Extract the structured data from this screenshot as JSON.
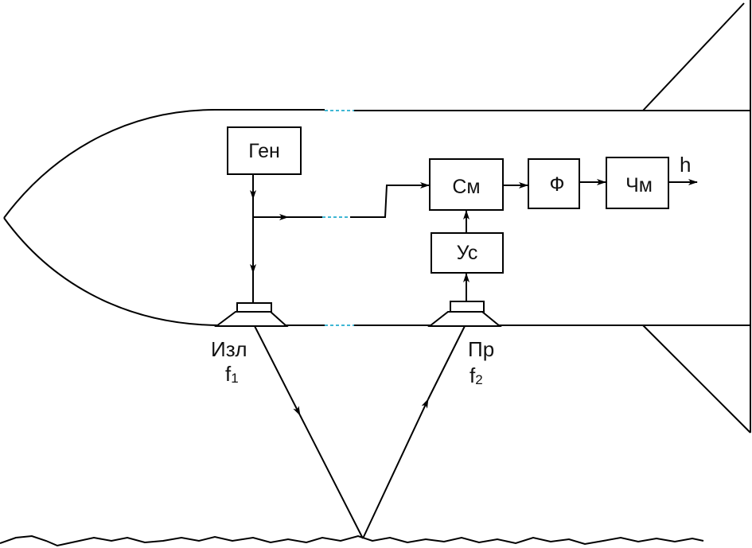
{
  "blocks": {
    "generator": "Ген",
    "mixer": "См",
    "filter": "Ф",
    "frequency_meter": "Чм",
    "amplifier": "Ус"
  },
  "transducers": {
    "emitter": {
      "label": "Изл",
      "freq_base": "f",
      "freq_sub": "1"
    },
    "receiver": {
      "label": "Пр",
      "freq_base": "f",
      "freq_sub": "2"
    }
  },
  "output": {
    "label": "h"
  },
  "colors": {
    "stroke": "#000000",
    "break_mark": "#3fb7d4",
    "background": "#ffffff"
  }
}
